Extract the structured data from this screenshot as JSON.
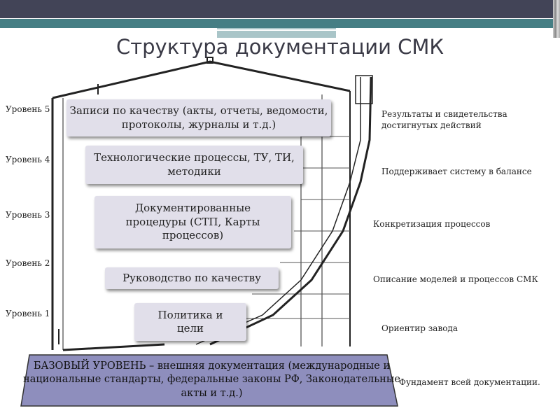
{
  "title": "Структура документации СМК",
  "levels": [
    {
      "label": "Уровень 5",
      "box": "Записи по качеству (акты, отчеты, ведомости,  протоколы, журналы и т.д.)",
      "note": "Результаты и свидетельства достигнутых действий"
    },
    {
      "label": "Уровень 4",
      "box": "Технологические процессы, ТУ, ТИ, методики",
      "note": "Поддерживает систему в балансе"
    },
    {
      "label": "Уровень 3",
      "box": "Документированные процедуры (СТП, Карты процессов)",
      "note": "Конкретизация процессов"
    },
    {
      "label": "Уровень 2",
      "box": "Руководство по качеству",
      "note": "Описание моделей и процессов СМК"
    },
    {
      "label": "Уровень 1",
      "box": "Политика и цели",
      "note": "Ориентир завода"
    }
  ],
  "base": {
    "text": "БАЗОВЫЙ УРОВЕНЬ – внешняя документация (международные и национальные стандарты, федеральные законы РФ,  Законодательные акты  и т.д.)",
    "note": "Фундамент всей документации."
  },
  "colors": {
    "box": "#e1dfea",
    "base": "#8e8ebd",
    "header": "#424457",
    "accent": "#457e84"
  }
}
